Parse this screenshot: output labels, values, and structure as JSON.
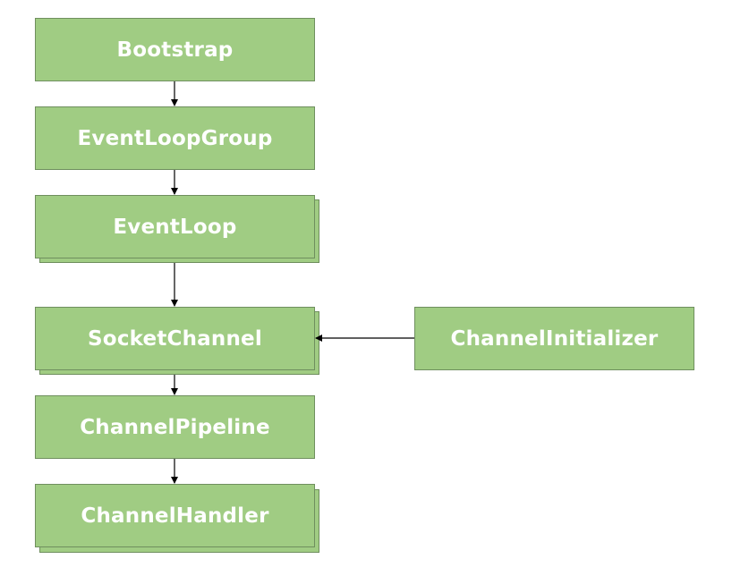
{
  "diagram": {
    "nodes": [
      {
        "id": "bootstrap",
        "label": "Bootstrap",
        "stacked": false
      },
      {
        "id": "eventloopgroup",
        "label": "EventLoopGroup",
        "stacked": false
      },
      {
        "id": "eventloop",
        "label": "EventLoop",
        "stacked": true
      },
      {
        "id": "socketchannel",
        "label": "SocketChannel",
        "stacked": true
      },
      {
        "id": "channelpipeline",
        "label": "ChannelPipeline",
        "stacked": false
      },
      {
        "id": "channelhandler",
        "label": "ChannelHandler",
        "stacked": true
      },
      {
        "id": "channelinitializer",
        "label": "ChannelInitializer",
        "stacked": false
      }
    ],
    "edges": [
      {
        "from": "bootstrap",
        "to": "eventloopgroup"
      },
      {
        "from": "eventloopgroup",
        "to": "eventloop"
      },
      {
        "from": "eventloop",
        "to": "socketchannel"
      },
      {
        "from": "socketchannel",
        "to": "channelpipeline"
      },
      {
        "from": "channelpipeline",
        "to": "channelhandler"
      },
      {
        "from": "channelinitializer",
        "to": "socketchannel"
      }
    ],
    "colors": {
      "fill": "#a0cc83",
      "border": "#6f8f5e",
      "text": "#ffffff",
      "arrow": "#000000"
    }
  }
}
